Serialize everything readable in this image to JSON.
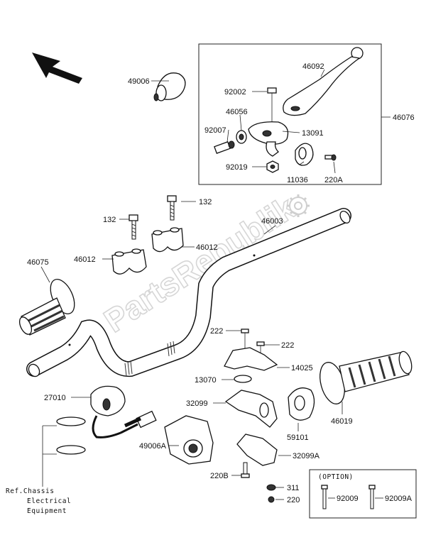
{
  "watermark": "PartsRepublik",
  "labels": {
    "p49006": "49006",
    "p46092": "46092",
    "p92002": "92002",
    "p46056": "46056",
    "p46076": "46076",
    "p92007": "92007",
    "p13091": "13091",
    "p92019": "92019",
    "p11036": "11036",
    "p220A": "220A",
    "p132a": "132",
    "p132b": "132",
    "p46003": "46003",
    "p46012a": "46012",
    "p46012b": "46012",
    "p46075": "46075",
    "p222a": "222",
    "p222b": "222",
    "p14025": "14025",
    "p13070": "13070",
    "p27010": "27010",
    "p32099": "32099",
    "p59101": "59101",
    "p46019": "46019",
    "p49006A": "49006A",
    "p32099A": "32099A",
    "p220B": "220B",
    "p311": "311",
    "p220": "220",
    "p92009": "92009",
    "p92009A": "92009A"
  },
  "option_box": {
    "title": "(OPTION)"
  },
  "reference": {
    "line1": "Ref.Chassis",
    "line2": "Electrical",
    "line3": "Equipment"
  }
}
